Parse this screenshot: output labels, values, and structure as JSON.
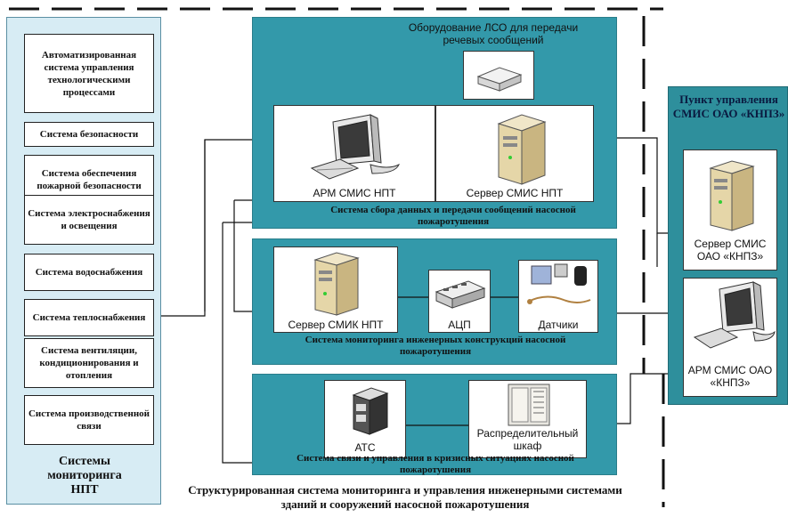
{
  "left_panel": {
    "systems": [
      "Автоматизированная система управления технологическими процессами",
      "Система безопасности",
      "Система обеспечения пожарной безопасности",
      "Система электроснабжения и освещения",
      "Система водоснабжения",
      "Система теплоснабжения",
      "Система вентиляции, кондиционирования и отопления",
      "Система производственной связи"
    ],
    "title": "Системы мониторинга НПТ"
  },
  "block1": {
    "equipment_label": "Оборудование ЛСО для передачи речевых сообщений",
    "arm_label": "АРМ СМИС НПТ",
    "server_label": "Сервер СМИС НПТ",
    "caption": "Система сбора данных и передачи сообщений насосной пожаротушения"
  },
  "block2": {
    "server_label": "Сервер СМИК НПТ",
    "adc_label": "АЦП",
    "sensors_label": "Датчики",
    "caption": "Система мониторинга инженерных конструкций насосной пожаротушения"
  },
  "block3": {
    "ats_label": "АТС",
    "cabinet_label": "Распределительный шкаф",
    "caption": "Система связи и управления в кризисных ситуациях насосной пожаротушения"
  },
  "right_panel": {
    "title": "Пункт управления СМИС ОАО «КНПЗ»",
    "server_label": "Сервер СМИС ОАО «КНПЗ»",
    "arm_label": "АРМ СМИС ОАО «КНПЗ»"
  },
  "bottom_caption": "Структурированная система мониторинга и управления инженерными системами зданий и сооружений насосной пожаротушения",
  "colors": {
    "panel_teal": "#3399aa",
    "right_panel_teal": "#2e8f9c",
    "left_panel_bg": "#d7ecf4",
    "right_title": "#0a1a40"
  }
}
